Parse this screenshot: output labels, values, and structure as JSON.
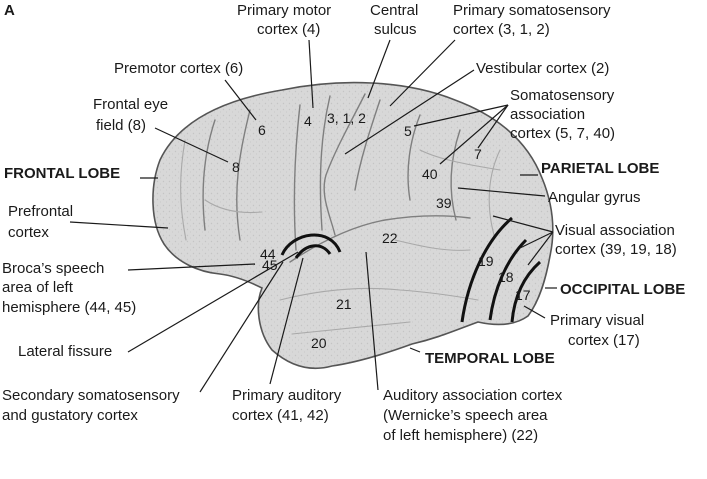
{
  "figure": {
    "panel_letter": "A"
  },
  "lobes": {
    "frontal": "FRONTAL LOBE",
    "parietal": "PARIETAL LOBE",
    "occipital": "OCCIPITAL LOBE",
    "temporal": "TEMPORAL LOBE"
  },
  "labels": {
    "primary_motor": [
      "Primary motor",
      "cortex (4)"
    ],
    "central_sulcus": [
      "Central",
      "sulcus"
    ],
    "primary_somatosensory": [
      "Primary somatosensory",
      "cortex (3, 1, 2)"
    ],
    "premotor": [
      "Premotor cortex (6)"
    ],
    "vestibular": [
      "Vestibular cortex (2)"
    ],
    "frontal_eye_field": [
      "Frontal eye",
      "field (8)"
    ],
    "somatosensory_association": [
      "Somatosensory",
      "association",
      "cortex (5, 7, 40)"
    ],
    "angular_gyrus": [
      "Angular gyrus"
    ],
    "prefrontal": [
      "Prefrontal",
      "cortex"
    ],
    "visual_association": [
      "Visual association",
      "cortex (39, 19, 18)"
    ],
    "broca": [
      "Broca’s speech",
      "area of left",
      "hemisphere (44, 45)"
    ],
    "primary_visual": [
      "Primary visual",
      "cortex (17)"
    ],
    "lateral_fissure": [
      "Lateral fissure"
    ],
    "secondary_somatosensory": [
      "Secondary somatosensory",
      "and gustatory cortex"
    ],
    "primary_auditory": [
      "Primary auditory",
      "cortex (41, 42)"
    ],
    "auditory_association": [
      "Auditory association cortex",
      "(Wernicke’s speech area",
      "of left hemisphere) (22)"
    ]
  },
  "area_numbers": {
    "a6": "6",
    "a4": "4",
    "a312": "3, 1, 2",
    "a5": "5",
    "a7": "7",
    "a8": "8",
    "a40": "40",
    "a39": "39",
    "a22": "22",
    "a44": "44",
    "a45": "45",
    "a19": "19",
    "a18": "18",
    "a17": "17",
    "a21": "21",
    "a20": "20"
  }
}
